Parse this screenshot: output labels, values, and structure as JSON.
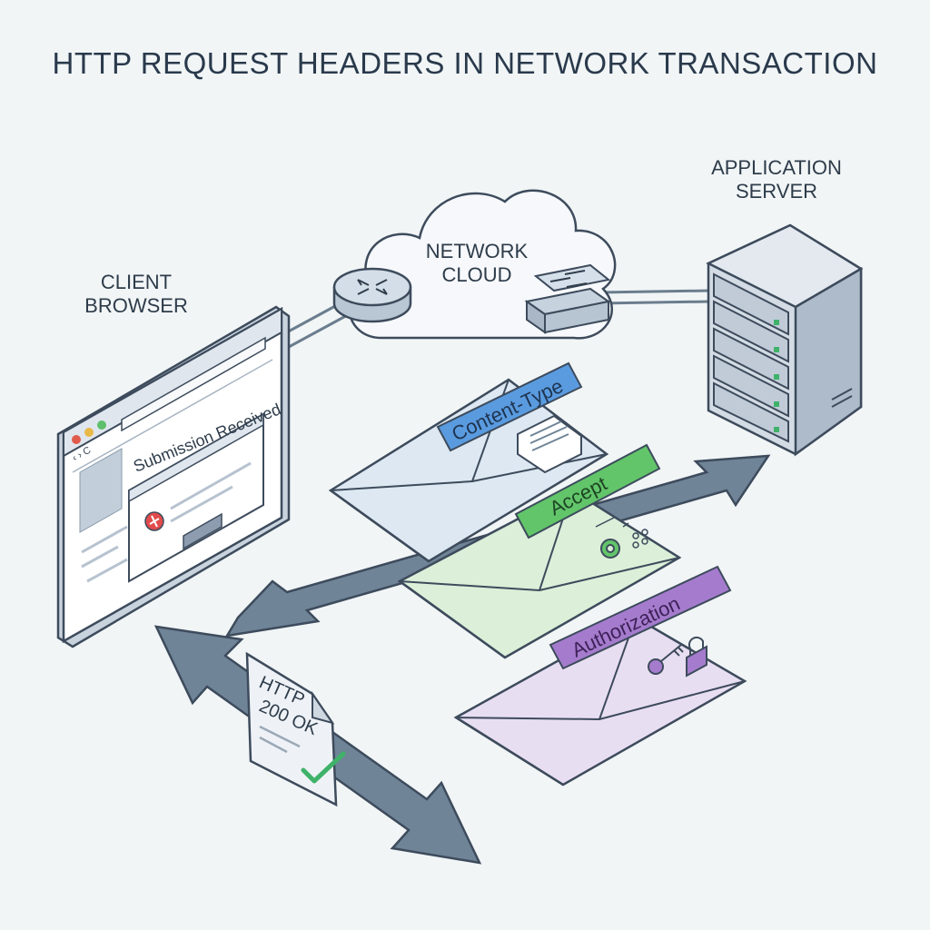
{
  "title": "HTTP REQUEST HEADERS IN NETWORK TRANSACTION",
  "labels": {
    "client_line1": "CLIENT",
    "client_line2": "BROWSER",
    "server_line1": "APPLICATION",
    "server_line2": "SERVER",
    "cloud_line1": "NETWORK",
    "cloud_line2": "CLOUD"
  },
  "browser": {
    "page_heading": "Submission Received"
  },
  "envelopes": [
    {
      "header": "Content-Type",
      "color": "#dde8f2",
      "tag_color": "#5a9be0"
    },
    {
      "header": "Accept",
      "color": "#dcefd9",
      "tag_color": "#62c56a"
    },
    {
      "header": "Authorization",
      "color": "#e8def2",
      "tag_color": "#a57ccd"
    }
  ],
  "response_doc": {
    "line1": "HTTP",
    "line2": "200 OK"
  },
  "colors": {
    "arrow": "#6f8497",
    "outline": "#3d4b5c",
    "check": "#3fb26a",
    "error": "#e14b4b"
  }
}
